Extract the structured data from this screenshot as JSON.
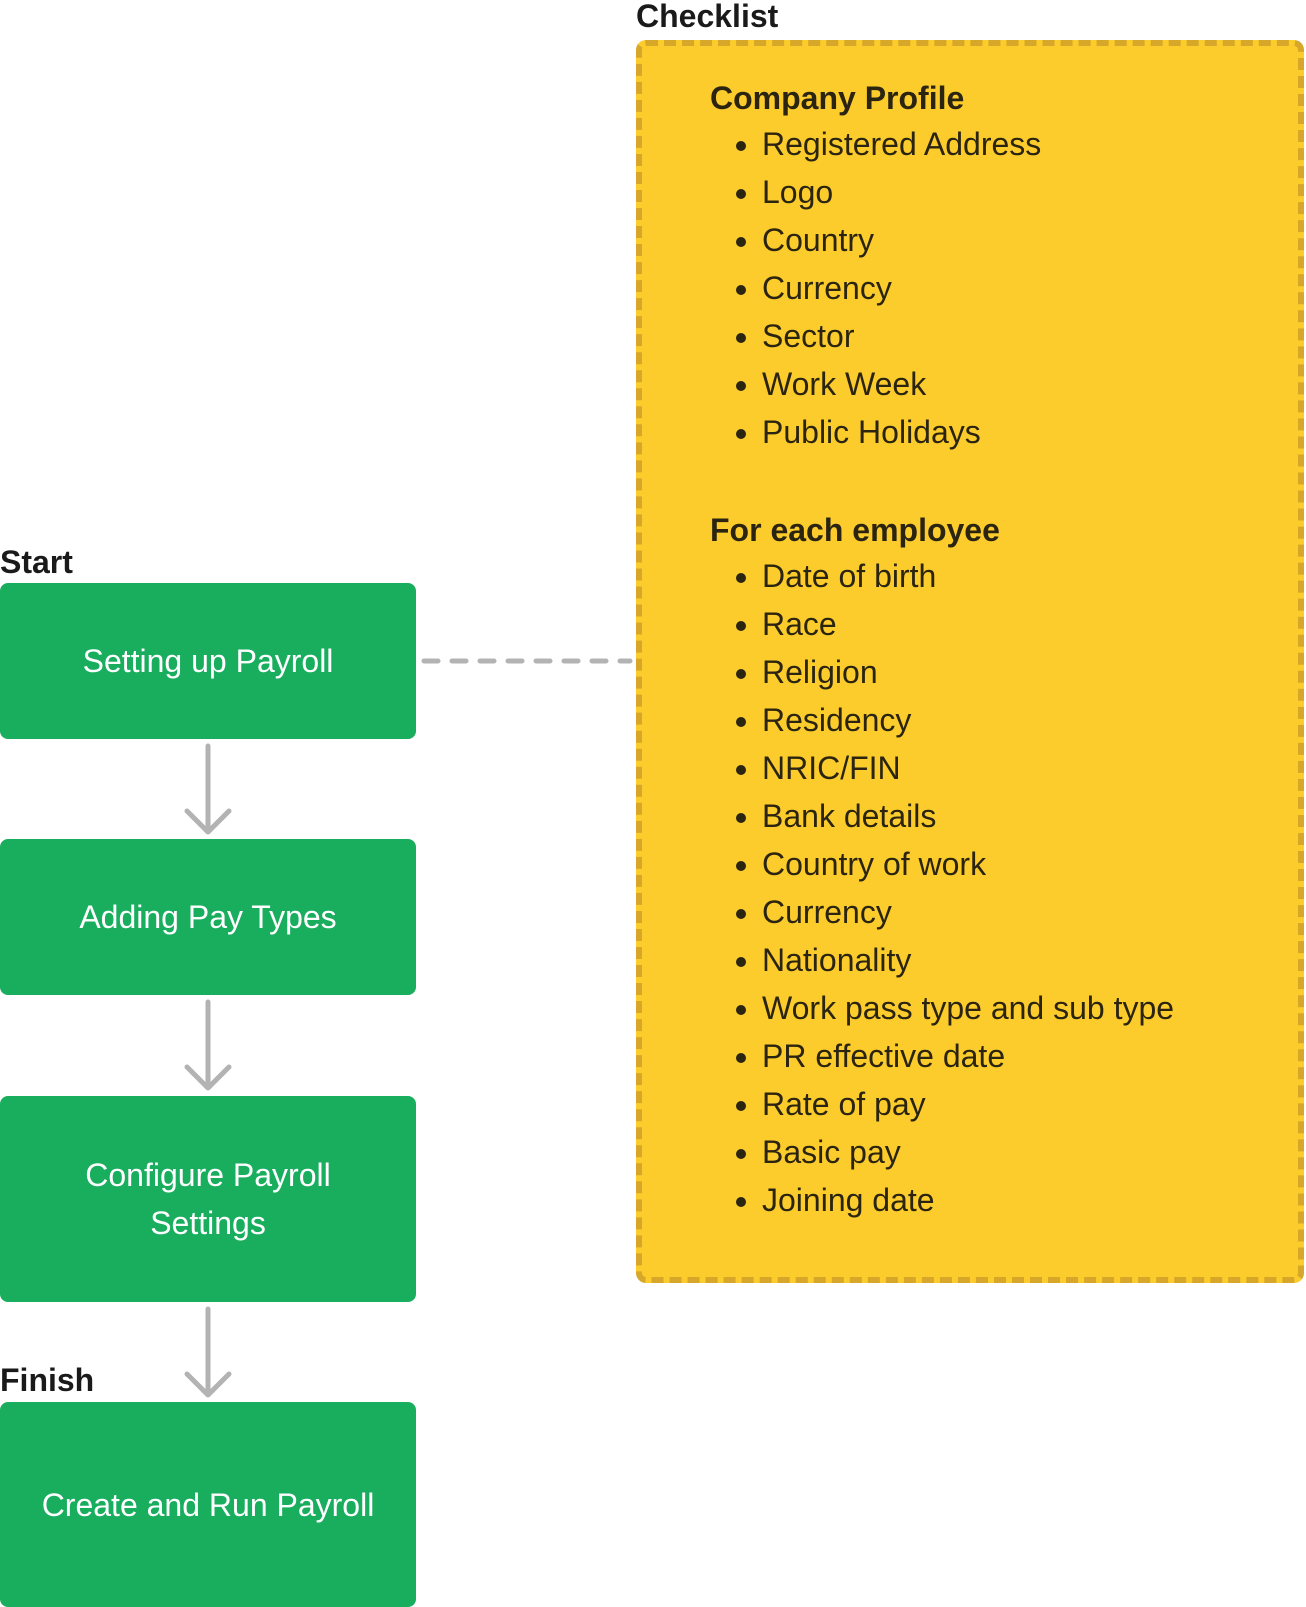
{
  "flow": {
    "start_label": "Start",
    "finish_label": "Finish",
    "steps": [
      {
        "label": "Setting up Payroll"
      },
      {
        "label": "Adding Pay Types"
      },
      {
        "label": "Configure Payroll Settings"
      },
      {
        "label": "Create and Run Payroll"
      }
    ]
  },
  "checklist": {
    "title": "Checklist",
    "sections": [
      {
        "title": "Company Profile",
        "items": [
          "Registered Address",
          "Logo",
          "Country",
          "Currency",
          "Sector",
          "Work Week",
          "Public Holidays"
        ]
      },
      {
        "title": "For each employee",
        "items": [
          "Date of birth",
          "Race",
          "Religion",
          "Residency",
          "NRIC/FIN",
          "Bank details",
          "Country of work",
          "Currency",
          "Nationality",
          "Work pass type and sub type",
          "PR effective date",
          "Rate of pay",
          "Basic pay",
          "Joining date"
        ]
      }
    ]
  },
  "colors": {
    "step_fill": "#18ae5e",
    "checklist_fill": "#fccc2c",
    "checklist_border": "#d6a728",
    "connector": "#b3b3b3"
  }
}
